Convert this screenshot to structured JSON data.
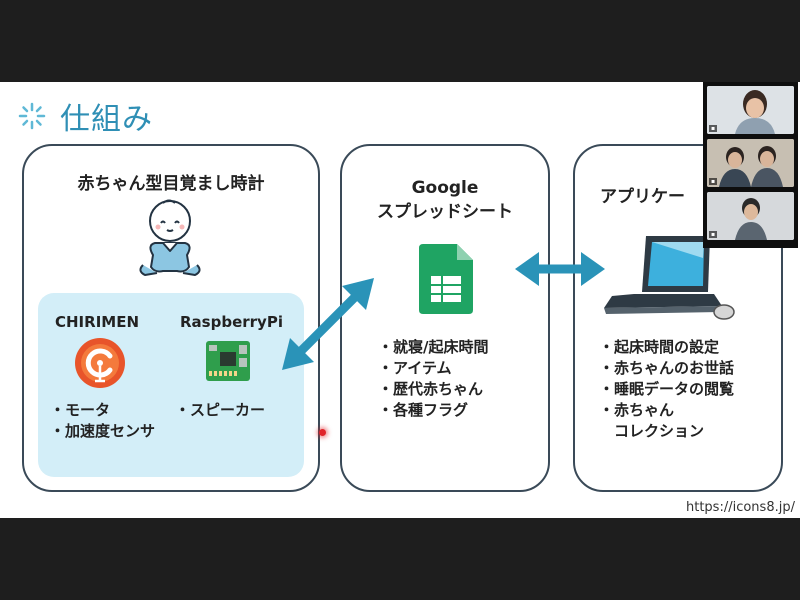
{
  "slide": {
    "title": "仕組み",
    "credit": "https://icons8.jp/"
  },
  "alarm": {
    "title": "赤ちゃん型目覚まし時計",
    "chirimen": {
      "label": "CHIRIMEN",
      "items": [
        "・モータ",
        "・加速度センサ"
      ]
    },
    "raspberrypi": {
      "label": "RaspberryPi",
      "items": [
        "・スピーカー"
      ]
    }
  },
  "sheets": {
    "title_line1": "Google",
    "title_line2": "スプレッドシート",
    "items": [
      "・就寝/起床時間",
      "・アイテム",
      "・歴代赤ちゃん",
      "・各種フラグ"
    ]
  },
  "app": {
    "title": "アプリケー",
    "items": [
      "・起床時間の設定",
      "・赤ちゃんのお世話",
      "・睡眠データの閲覧",
      "・赤ちゃん",
      "　コレクション"
    ]
  },
  "video": {
    "tile_count": 3
  },
  "colors": {
    "title": "#2f8fb5",
    "arrow": "#2a93b8",
    "inner_panel": "#d3eef8",
    "sheets_green": "#1fa463",
    "box_border": "#3a4a58"
  }
}
